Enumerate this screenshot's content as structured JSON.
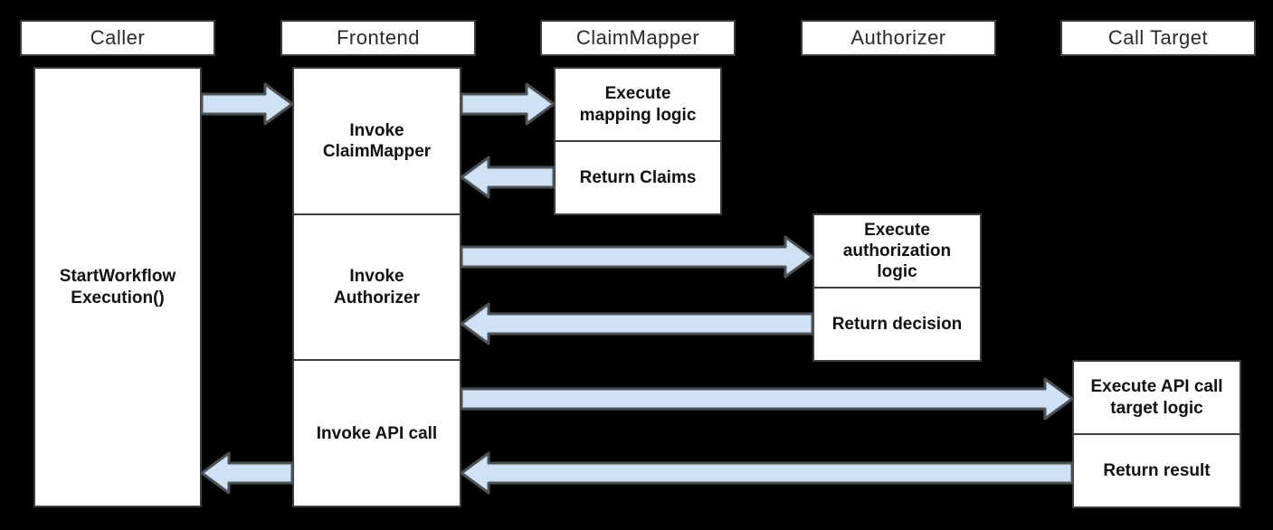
{
  "colors": {
    "background": "#000000",
    "box_fill": "#ffffff",
    "box_border": "#3d3d3d",
    "arrow_fill": "#cfe2f3",
    "arrow_border": "#4c5156",
    "text": "#111111"
  },
  "participants": [
    {
      "label": "Caller"
    },
    {
      "label": "Frontend"
    },
    {
      "label": "ClaimMapper"
    },
    {
      "label": "Authorizer"
    },
    {
      "label": "Call Target"
    }
  ],
  "boxes": {
    "caller_activation": "StartWorkflow\nExecution()",
    "frontend_steps": [
      "Invoke\nClaimMapper",
      "Invoke\nAuthorizer",
      "Invoke API call"
    ],
    "claimmapper_steps": [
      "Execute\nmapping logic",
      "Return Claims"
    ],
    "authorizer_steps": [
      "Execute\nauthorization\nlogic",
      "Return decision"
    ],
    "calltarget_steps": [
      "Execute API call\ntarget logic",
      "Return result"
    ]
  },
  "messages": [
    {
      "from": "Caller",
      "to": "Frontend"
    },
    {
      "from": "Frontend",
      "to": "ClaimMapper"
    },
    {
      "from": "ClaimMapper",
      "to": "Frontend"
    },
    {
      "from": "Frontend",
      "to": "Authorizer"
    },
    {
      "from": "Authorizer",
      "to": "Frontend"
    },
    {
      "from": "Frontend",
      "to": "Call Target"
    },
    {
      "from": "Call Target",
      "to": "Frontend"
    },
    {
      "from": "Frontend",
      "to": "Caller"
    }
  ]
}
